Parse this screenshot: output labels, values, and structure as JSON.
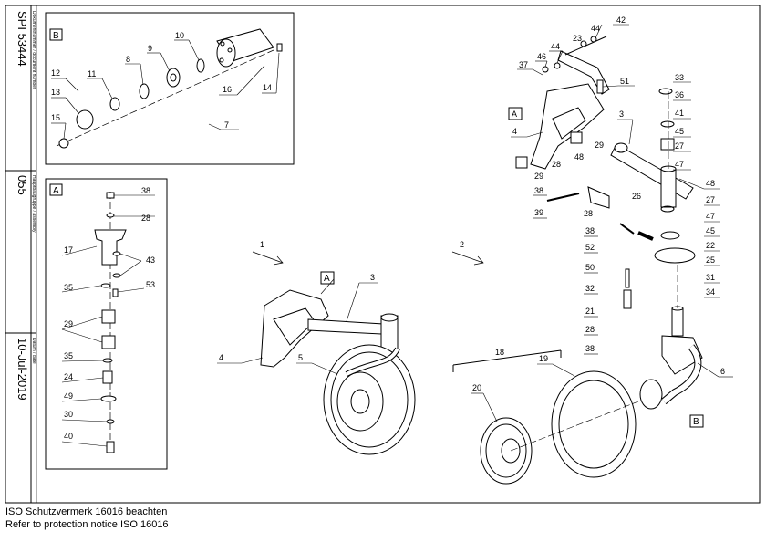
{
  "sidebar": {
    "document_number_label": "Dokumentnummer / document number",
    "document_number": "SPI 53444",
    "assembly_label": "Hauptbaugruppe / assembly",
    "assembly": "055",
    "date_label": "Datum / date",
    "date": "10-Jul-2019"
  },
  "footer": {
    "line1": "ISO Schutzvermerk 16016 beachten",
    "line2": "Refer to protection notice ISO 16016"
  },
  "detail_b": {
    "tag": "B",
    "callouts": [
      "8",
      "9",
      "10",
      "11",
      "12",
      "13",
      "14",
      "15",
      "16",
      "7"
    ]
  },
  "detail_a": {
    "tag": "A",
    "callouts": [
      "38",
      "28",
      "17",
      "43",
      "35",
      "53",
      "29",
      "35",
      "24",
      "49",
      "30",
      "40"
    ]
  },
  "main": {
    "assembly1": {
      "label": "1",
      "callouts": [
        "A",
        "3",
        "4",
        "5"
      ]
    },
    "assembly2": {
      "label": "2",
      "callouts": [
        "42",
        "44",
        "23",
        "44",
        "46",
        "37",
        "51",
        "A",
        "4",
        "48",
        "29",
        "3",
        "33",
        "36",
        "41",
        "45",
        "27",
        "47",
        "28",
        "29",
        "38",
        "26",
        "48",
        "27",
        "47",
        "28",
        "39",
        "38",
        "52",
        "45",
        "22",
        "25",
        "50",
        "31",
        "32",
        "34",
        "21",
        "28",
        "38",
        "6",
        "18",
        "19",
        "20",
        "B"
      ]
    }
  }
}
